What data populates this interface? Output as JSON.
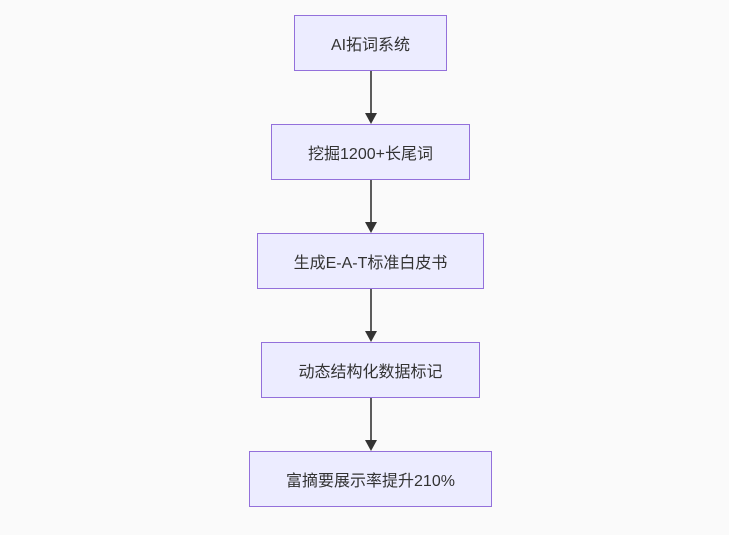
{
  "diagram": {
    "type": "flowchart",
    "direction": "top-down",
    "nodes": [
      {
        "id": "n1",
        "label": "AI拓词系统"
      },
      {
        "id": "n2",
        "label": "挖掘1200+长尾词"
      },
      {
        "id": "n3",
        "label": "生成E-A-T标准白皮书"
      },
      {
        "id": "n4",
        "label": "动态结构化数据标记"
      },
      {
        "id": "n5",
        "label": "富摘要展示率提升210%"
      }
    ],
    "edges": [
      {
        "from": "n1",
        "to": "n2",
        "style": "arrow"
      },
      {
        "from": "n2",
        "to": "n3",
        "style": "arrow"
      },
      {
        "from": "n3",
        "to": "n4",
        "style": "arrow"
      },
      {
        "from": "n4",
        "to": "n5",
        "style": "arrow"
      }
    ],
    "colors": {
      "background": "#fafafa",
      "node_fill": "#ECECFF",
      "node_border": "#9370DB",
      "text": "#333333",
      "edge_line": "#5c5c5c",
      "arrowhead": "#333333"
    }
  }
}
